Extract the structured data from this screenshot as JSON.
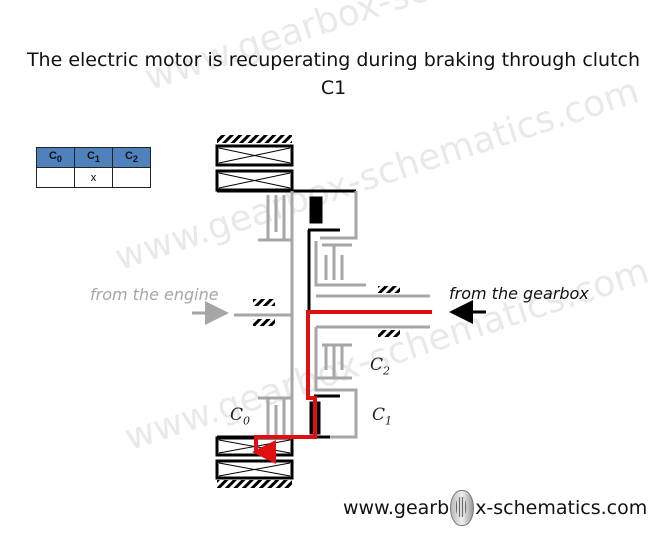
{
  "title": {
    "line1": "The electric motor is recuperating during braking through clutch",
    "line2": "C1"
  },
  "watermark": "www.gearbox-schematics.com",
  "clutch_table": {
    "headers": [
      {
        "base": "C",
        "sub": "0"
      },
      {
        "base": "C",
        "sub": "1"
      },
      {
        "base": "C",
        "sub": "2"
      }
    ],
    "row": [
      "",
      "x",
      ""
    ],
    "header_color": "#4f81bd"
  },
  "labels": {
    "from_engine": "from the engine",
    "from_gearbox": "from the gearbox",
    "c0": {
      "base": "C",
      "sub": "0"
    },
    "c1": {
      "base": "C",
      "sub": "1"
    },
    "c2": {
      "base": "C",
      "sub": "2"
    }
  },
  "footer": {
    "text_left": "www.gearb",
    "text_right": "x-schematics.com",
    "icon": "bearing-icon"
  },
  "colors": {
    "power_flow": "#e01010",
    "inactive": "#a6a6a6",
    "active": "#000000"
  }
}
